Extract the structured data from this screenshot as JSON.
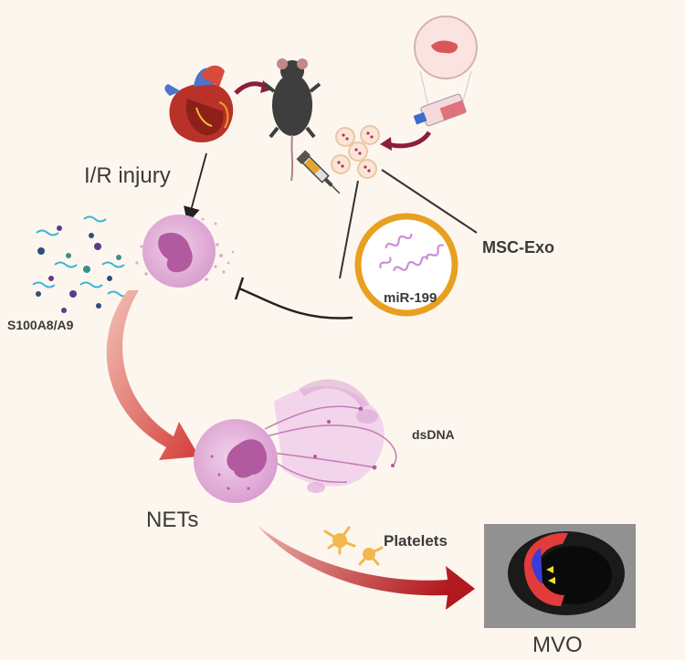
{
  "labels": {
    "ir_injury": "I/R injury",
    "s100": "S100A8/A9",
    "msc_exo": "MSC-Exo",
    "mir": "miR-199",
    "dsdna": "dsDNA",
    "nets": "NETs",
    "platelets": "Platelets",
    "mvo": "MVO"
  },
  "colors": {
    "background": "#fdf6ee",
    "neutrophil": "#dba6d2",
    "nucleus": "#b25a9f",
    "exosome_ring": "#e8a020",
    "mir_strand": "#c98fd6",
    "big_arrow": "#cc2b2b",
    "mvo_highlight": "#e23b3b"
  }
}
